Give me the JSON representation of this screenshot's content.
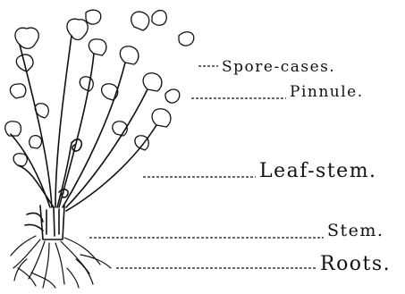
{
  "diagram": {
    "labels": {
      "spore_cases": "Spore-cases.",
      "pinnule": "Pinnule.",
      "leaf_stem": "Leaf-stem.",
      "stem": "Stem.",
      "roots": "Roots."
    },
    "ink_color": "#111111",
    "background": "#ffffff"
  }
}
